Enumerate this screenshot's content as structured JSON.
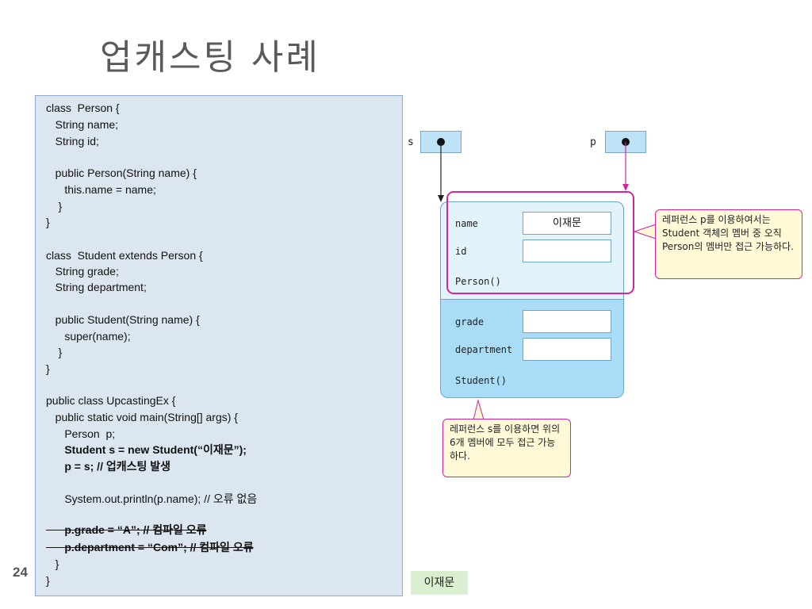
{
  "title": "업캐스팅 사례",
  "slide_number": "24",
  "code_lines": [
    "class  Person {",
    "   String name;",
    "   String id;",
    "",
    "   public Person(String name) {",
    "      this.name = name;",
    "    }",
    "}",
    "",
    "class  Student extends Person {",
    "   String grade;",
    "   String department;",
    "",
    "   public Student(String name) {",
    "      super(name);",
    "    }",
    "}",
    "",
    "public class UpcastingEx {",
    "   public static void main(String[] args) {",
    "      Person  p;",
    "      Student s = new Student(“이재문”);",
    "      p = s; // 업캐스팅 발생",
    "",
    "      System.out.println(p.name); // 오류 없음",
    "",
    "      p.grade = “A”; // 컴파일 오류",
    "      p.department = “Com”; // 컴파일 오류",
    "   }",
    "}"
  ],
  "diagram": {
    "var_s": "s",
    "var_p": "p",
    "fields": {
      "name_label": "name",
      "name_value": "이재문",
      "id_label": "id",
      "person_ctor": "Person()",
      "grade_label": "grade",
      "department_label": "department",
      "student_ctor": "Student()"
    },
    "callout_p": "레퍼런스 p를 이용하여서는 Student 객체의 멤버 중 오직 Person의 멤버만 접근 가능하다.",
    "callout_s": "레퍼런스 s를 이용하면 위의 6개 멤버에 모두 접근 가능하다.",
    "output_value": "이재문"
  },
  "colors": {
    "code_bg": "#dce6f1",
    "object_bg": "#a9dcf6",
    "object_top_bg": "#e3f3fc",
    "highlight": "#d6249a",
    "callout_bg": "#fff9d8",
    "output_bg": "#d9efcf"
  }
}
